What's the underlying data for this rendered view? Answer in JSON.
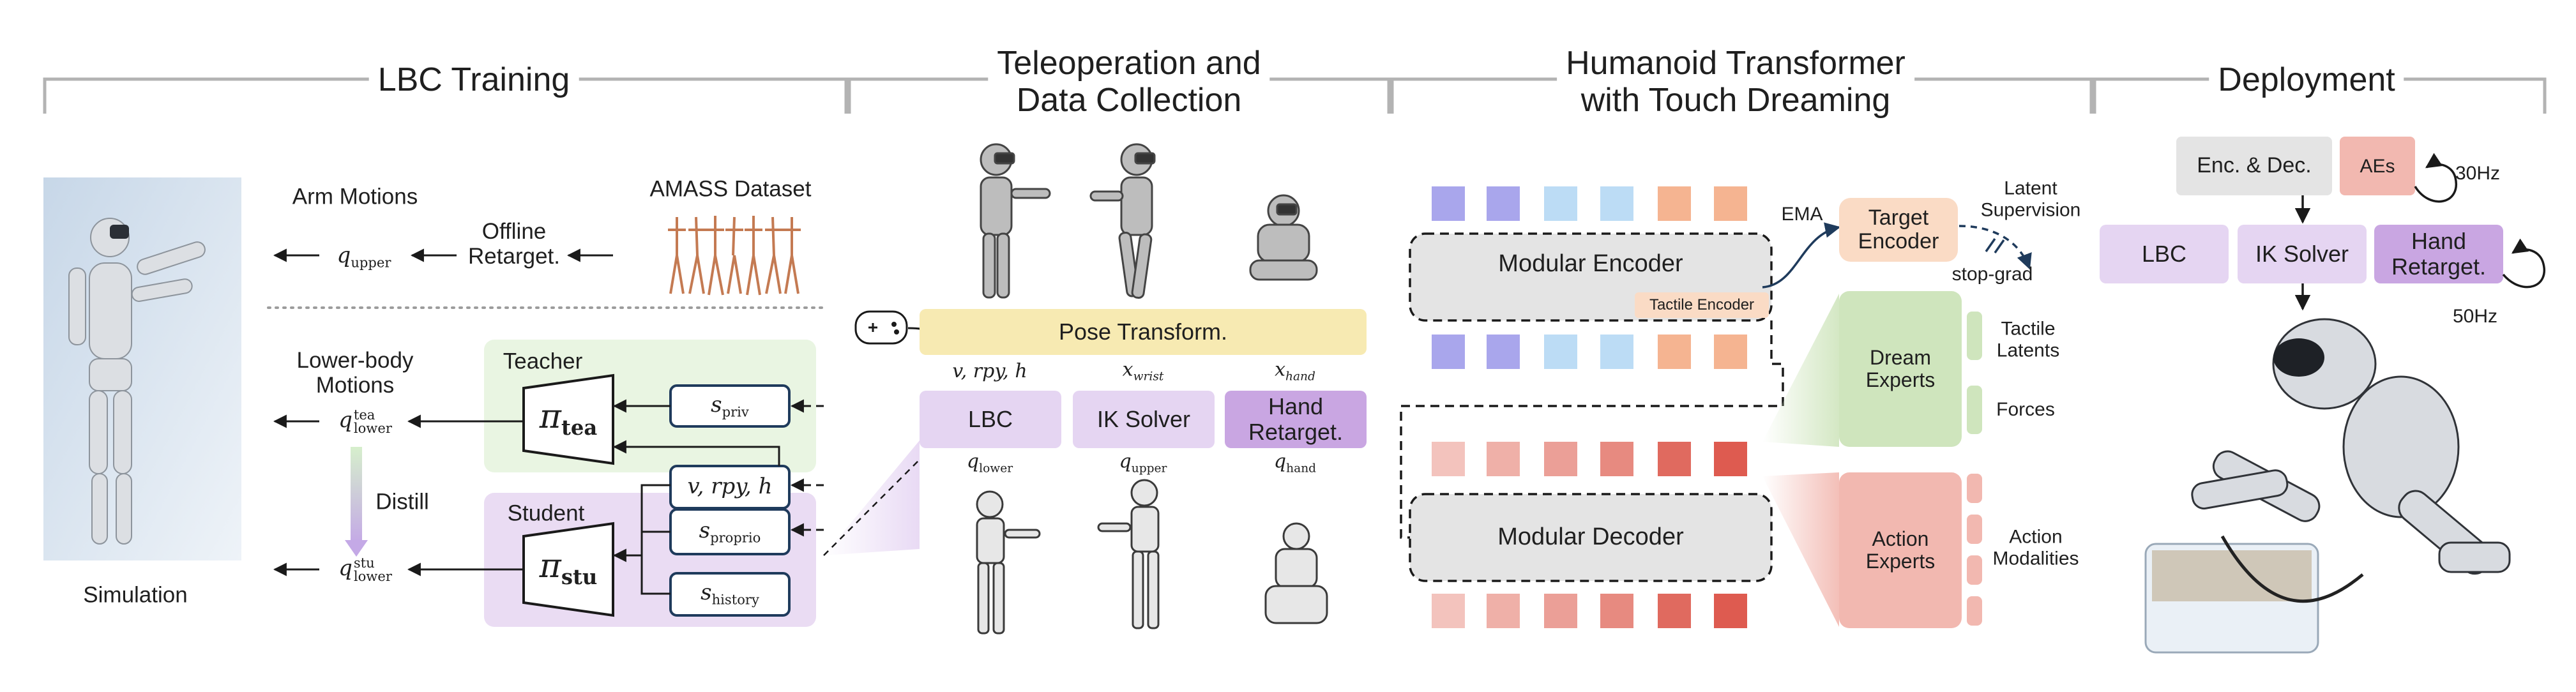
{
  "sections": {
    "lbc_training": "LBC Training",
    "teleop_line1": "Teleoperation and",
    "teleop_line2": "Data Collection",
    "ht_line1": "Humanoid Transformer",
    "ht_line2": "with Touch Dreaming",
    "deployment": "Deployment"
  },
  "lbc_training": {
    "arm_motions": "Arm Motions",
    "amass_dataset": "AMASS Dataset",
    "offline_retarget_1": "Offline",
    "offline_retarget_2": "Retarget.",
    "q_upper_base": "q",
    "q_upper_sub": "upper",
    "lower_body_1": "Lower-body",
    "lower_body_2": "Motions",
    "teacher": "Teacher",
    "student": "Student",
    "distill": "Distill",
    "simulation": "Simulation",
    "pi_tea_base": "π",
    "pi_tea_sub": "tea",
    "pi_stu_base": "π",
    "pi_stu_sub": "stu",
    "s_priv_base": "s",
    "s_priv_sub": "priv",
    "s_vrpyh": "v, rpy, h",
    "s_proprio_base": "s",
    "s_proprio_sub": "proprio",
    "s_history_base": "s",
    "s_history_sub": "history",
    "q_tea_base": "q",
    "q_tea_sup": "tea",
    "q_tea_sub": "lower",
    "q_stu_base": "q",
    "q_stu_sup": "stu",
    "q_stu_sub": "lower"
  },
  "teleop": {
    "pose_transform": "Pose Transform.",
    "in_lbc": "v, rpy, h",
    "in_wrist_base": "x",
    "in_wrist_sub": "wrist",
    "in_hand_base": "x",
    "in_hand_sub": "hand",
    "lbc": "LBC",
    "ik_solver": "IK Solver",
    "hand_retarget_1": "Hand",
    "hand_retarget_2": "Retarget.",
    "out_lower_base": "q",
    "out_lower_sub": "lower",
    "out_upper_base": "q",
    "out_upper_sub": "upper",
    "out_hand_base": "q",
    "out_hand_sub": "hand"
  },
  "transformer": {
    "modular_encoder": "Modular Encoder",
    "tactile_encoder": "Tactile Encoder",
    "modular_decoder": "Modular Decoder",
    "ema": "EMA",
    "target_encoder_1": "Target",
    "target_encoder_2": "Encoder",
    "latent_supervision_1": "Latent",
    "latent_supervision_2": "Supervision",
    "stop_grad": "stop-grad",
    "dream_experts_1": "Dream",
    "dream_experts_2": "Experts",
    "action_experts_1": "Action",
    "action_experts_2": "Experts",
    "tactile_latents_1": "Tactile",
    "tactile_latents_2": "Latents",
    "forces": "Forces",
    "action_modalities_1": "Action",
    "action_modalities_2": "Modalities"
  },
  "deployment": {
    "enc_dec": "Enc. & Dec.",
    "aes": "AEs",
    "hz30": "30Hz",
    "lbc": "LBC",
    "ik_solver": "IK Solver",
    "hand_retarget_1": "Hand",
    "hand_retarget_2": "Retarget.",
    "hz50": "50Hz"
  },
  "colors": {
    "token_purple": "#a9a6ec",
    "token_blue": "#bcdcf5",
    "token_orange": "#f5b491",
    "decoder_tokens": [
      "#f3c3bd",
      "#efb0a8",
      "#eb9f97",
      "#e78a80",
      "#e06a5f",
      "#de5b50"
    ],
    "pose_bar": "#f7eab2",
    "module_purple": "#e5d5f2",
    "teacher_green": "#e9f5e2",
    "student_purple": "#eadcf3",
    "dream_green": "#cfe5bd",
    "action_red": "#f2b8b0",
    "encoder_gray": "#e4e4e4",
    "target_orange": "#fadbc5"
  },
  "icons": [
    "gamepad-icon",
    "vr-operator-illustration",
    "humanoid-robot-photo",
    "amass-skeleton-sequence"
  ]
}
